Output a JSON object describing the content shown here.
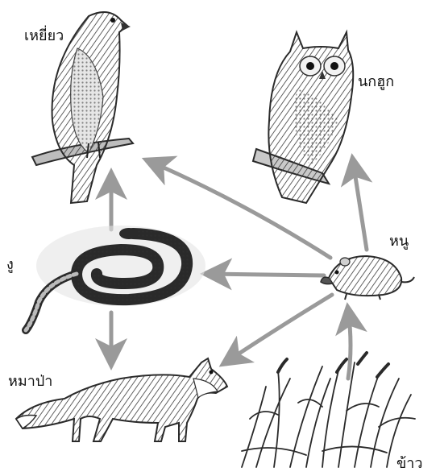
{
  "labels": {
    "hawk": "เหยี่ยว",
    "owl": "นกฮูก",
    "mouse": "หนู",
    "snake": "งู",
    "fox": "หมาป่า",
    "rice": "ข้าว"
  },
  "colors": {
    "arrow": "#9a9a9a",
    "ink": "#2a2a2a",
    "mid": "#7a7a7a",
    "light": "#c8c8c8"
  },
  "icons": {
    "hawk": "hawk-icon",
    "owl": "owl-icon",
    "snake": "snake-icon",
    "mouse": "mouse-icon",
    "fox": "fox-icon",
    "rice": "rice-icon"
  },
  "food_chain": [
    {
      "from": "rice",
      "to": "mouse"
    },
    {
      "from": "mouse",
      "to": "owl"
    },
    {
      "from": "mouse",
      "to": "hawk"
    },
    {
      "from": "mouse",
      "to": "snake"
    },
    {
      "from": "mouse",
      "to": "fox"
    },
    {
      "from": "snake",
      "to": "hawk"
    },
    {
      "from": "snake",
      "to": "fox"
    }
  ]
}
